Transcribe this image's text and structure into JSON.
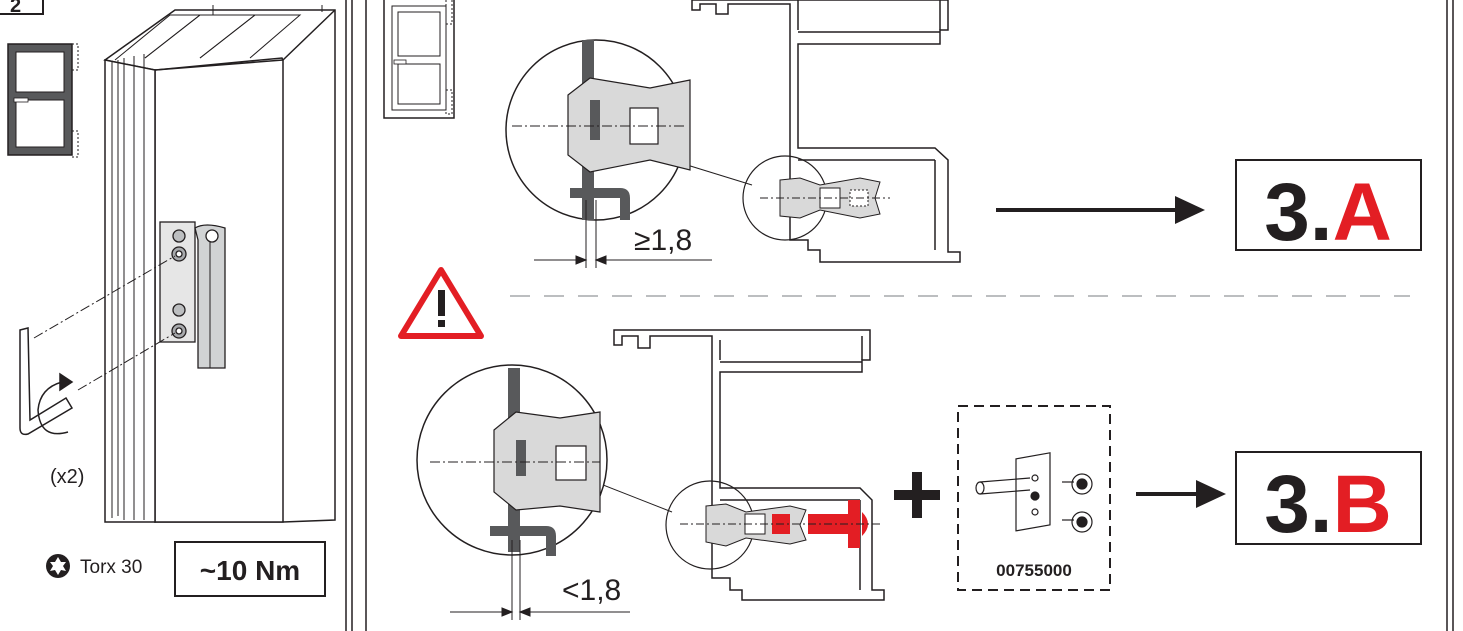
{
  "step_number": "2",
  "quantity_note": "(x2)",
  "tool": {
    "icon": "torx-star-icon",
    "label": "Torx 30"
  },
  "torque": "~10 Nm",
  "case_a": {
    "gap_label": "≥1,8",
    "target_number": "3.",
    "target_letter": "A"
  },
  "case_b": {
    "gap_label": "<1,8",
    "target_number": "3.",
    "target_letter": "B",
    "kit_part_number": "00755000"
  },
  "icons": {
    "warning": "warning-triangle-icon",
    "door": "door-icon",
    "hex_key": "hex-key-icon",
    "rotate": "rotate-arrow-icon",
    "plus": "plus-icon",
    "arrow": "arrow-right-icon"
  },
  "colors": {
    "line": "#231f20",
    "profile_fill": "#d9d9d9",
    "profile_dark": "#58595b",
    "highlight_red": "#e31e24",
    "dash_grey": "#bcbec0"
  }
}
